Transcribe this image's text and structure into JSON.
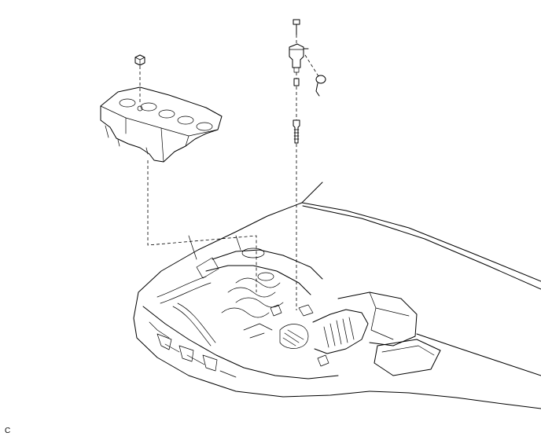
{
  "diagram": {
    "corner_label": "C",
    "parts": [
      {
        "name": "engine-cover-nut"
      },
      {
        "name": "engine-cover"
      },
      {
        "name": "coil-bolt"
      },
      {
        "name": "ignition-coil"
      },
      {
        "name": "coil-connector"
      },
      {
        "name": "spark-plug-gasket"
      },
      {
        "name": "spark-plug"
      },
      {
        "name": "engine-compartment"
      }
    ]
  }
}
